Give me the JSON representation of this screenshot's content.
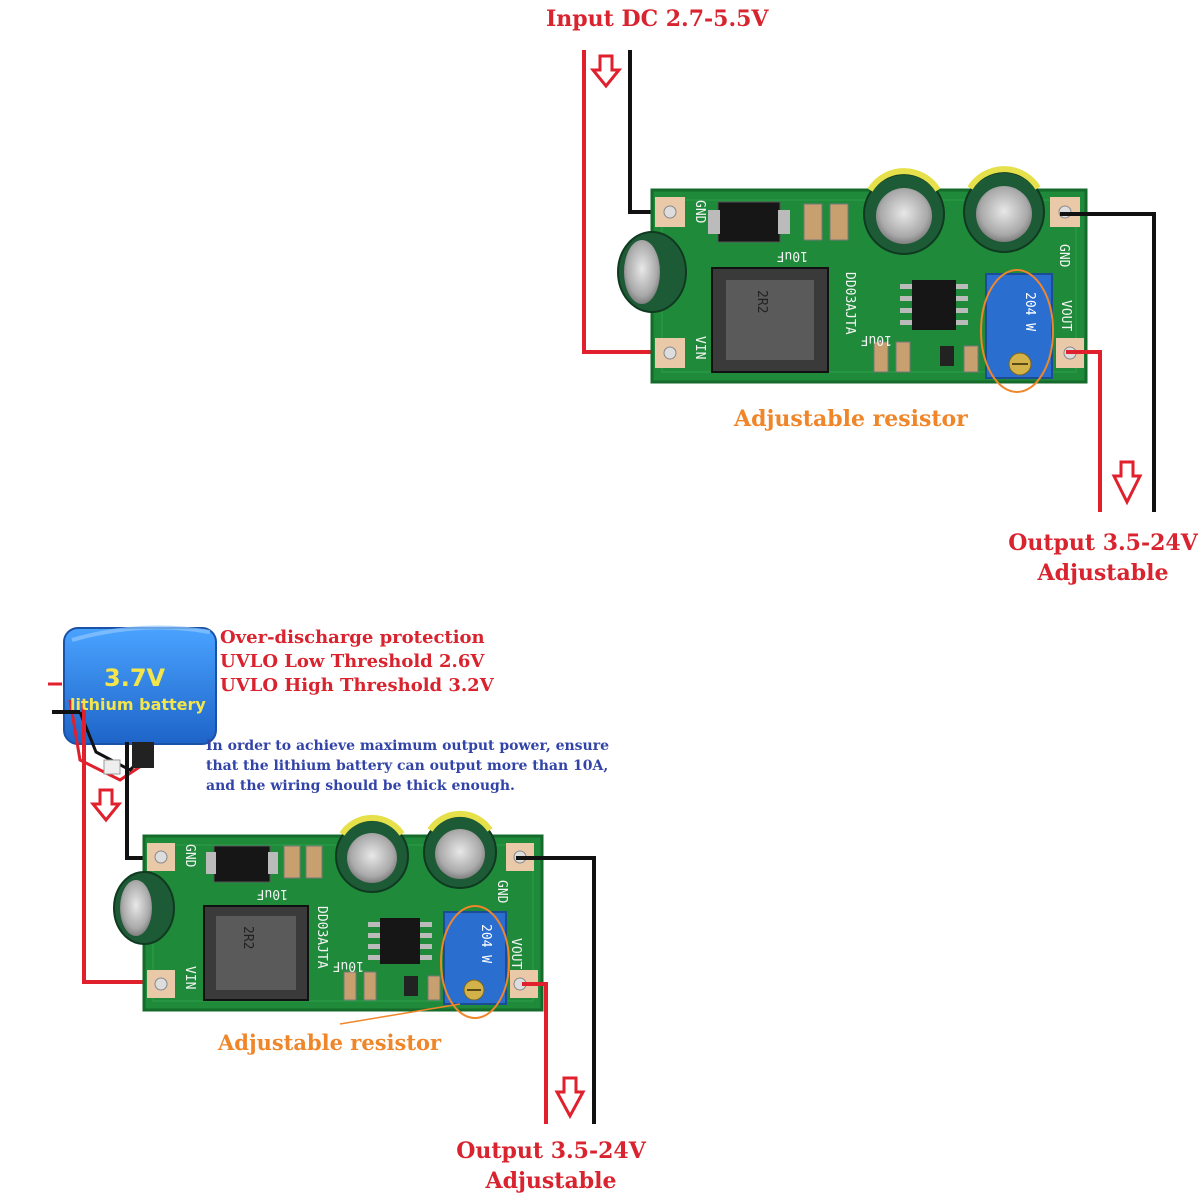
{
  "top": {
    "input_label": "Input DC 2.7-5.5V",
    "adjustable_resistor_label": "Adjustable resistor",
    "output_line1": "Output 3.5-24V",
    "output_line2": "Adjustable",
    "board": {
      "pin_gnd_in": "GND",
      "pin_vin": "VIN",
      "pin_gnd_out": "GND",
      "pin_vout": "VOUT",
      "model": "DD03AJTA",
      "inductor": "2R2",
      "cap_10uf_a": "10uF",
      "cap_10uf_b": "10uF",
      "pot_marking": "204 W"
    }
  },
  "bottom": {
    "battery_voltage": "3.7V",
    "battery_label": "lithium battery",
    "protection_line1": "Over-discharge protection",
    "protection_line2": "UVLO Low Threshold 2.6V",
    "protection_line3": "UVLO High Threshold 3.2V",
    "note_line1": "In order to achieve maximum output power, ensure",
    "note_line2": "that the lithium battery can output more than 10A,",
    "note_line3": "and the wiring should be thick enough.",
    "adjustable_resistor_label": "Adjustable resistor",
    "output_line1": "Output 3.5-24V",
    "output_line2": "Adjustable",
    "board": {
      "pin_gnd_in": "GND",
      "pin_vin": "VIN",
      "pin_gnd_out": "GND",
      "pin_vout": "VOUT",
      "model": "DD03AJTA",
      "inductor": "2R2",
      "cap_10uf_a": "10uF",
      "cap_10uf_b": "10uF",
      "pot_marking": "204 W"
    }
  },
  "colors": {
    "wire_red": "#e0202c",
    "wire_black": "#111111",
    "pcb_green": "#1f8a3a",
    "pcb_edge": "#156b2b",
    "pot_blue": "#2a6fd0",
    "highlight_orange": "#f0862a",
    "battery_blue": "#2b7fe0"
  },
  "icons": {
    "arrow": "down-arrow-outline-icon"
  }
}
